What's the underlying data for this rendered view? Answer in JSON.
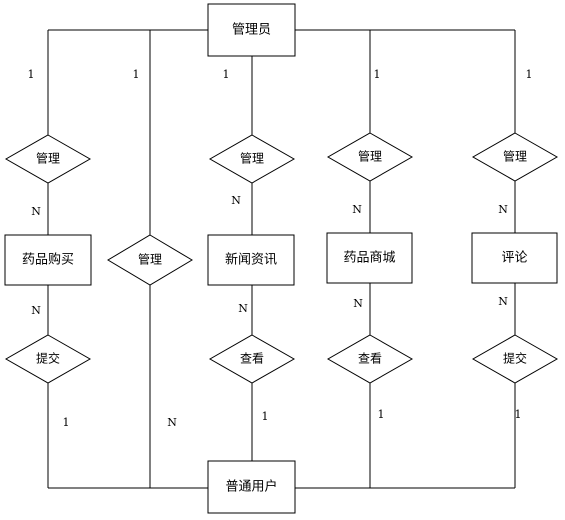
{
  "entities": {
    "admin": "管理员",
    "drug_purchase": "药品购买",
    "news": "新闻资讯",
    "drug_mall": "药品商城",
    "comment": "评论",
    "user": "普通用户"
  },
  "relationships": {
    "manage_purchase": "管理",
    "manage_user": "管理",
    "manage_news": "管理",
    "manage_mall": "管理",
    "manage_comment": "管理",
    "submit_purchase": "提交",
    "view_news": "查看",
    "view_mall": "查看",
    "submit_comment": "提交"
  },
  "cardinalities": {
    "admin_purchase": "1",
    "admin_user": "1",
    "admin_news": "1",
    "admin_mall": "1",
    "admin_comment": "1",
    "purchase_manage": "N",
    "news_manage": "N",
    "mall_manage": "N",
    "comment_manage": "N",
    "purchase_submit": "N",
    "news_view": "N",
    "mall_view": "N",
    "comment_submit": "N",
    "user_submit_purchase": "1",
    "user_manage": "N",
    "user_view_news": "1",
    "user_view_mall": "1",
    "user_submit_comment": "1"
  }
}
